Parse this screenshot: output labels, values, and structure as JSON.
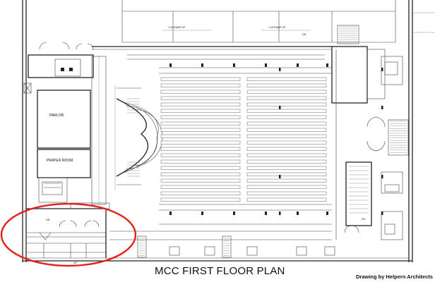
{
  "title": "MCC FIRST FLOOR PLAN",
  "credit": "Drawing by Helpern Architects",
  "rooms": {
    "parlor": "PARLOR",
    "prayer_room": "PRAYER ROOM"
  },
  "ramps": {
    "left": "1:16 RAMP UP",
    "right": "1:16 RAMP UP"
  },
  "stair_marks": {
    "up": "UP",
    "dn": "DN"
  },
  "highlight_color": "#e2231a",
  "line_color": "#222222"
}
